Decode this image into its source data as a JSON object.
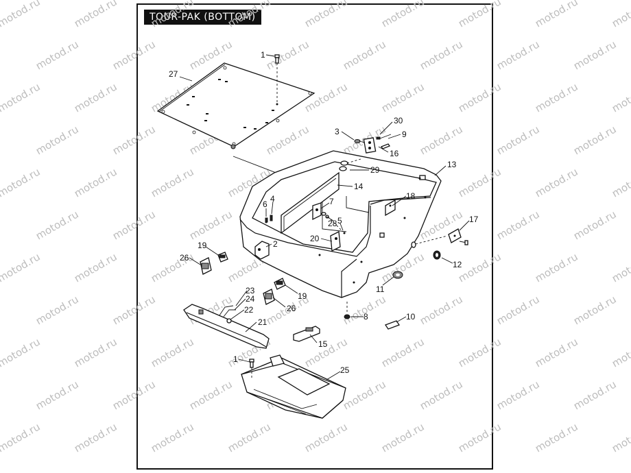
{
  "diagram": {
    "title": "TOUR-PAK (BOTTOM)",
    "watermark": "motod.ru",
    "callouts": [
      "1",
      "27",
      "30",
      "3",
      "9",
      "16",
      "29",
      "13",
      "14",
      "18",
      "6",
      "4",
      "7",
      "28",
      "5",
      "17",
      "20",
      "19",
      "2",
      "26",
      "12",
      "11",
      "23",
      "24",
      "22",
      "21",
      "19",
      "26",
      "8",
      "10",
      "15",
      "1",
      "25"
    ]
  }
}
